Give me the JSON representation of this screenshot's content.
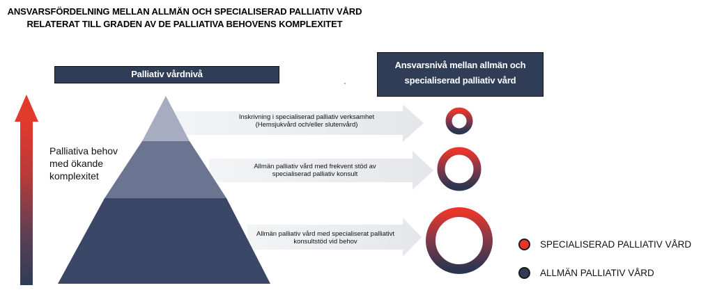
{
  "title": {
    "line1": "ANSVARSFÖRDELNING MELLAN ALLMÄN OCH SPECIALISERAD PALLIATIV VÅRD",
    "line2": "RELATERAT TILL GRADEN AV DE PALLIATIVA BEHOVENS KOMPLEXITET"
  },
  "left_header": "Palliativ vårdnivå",
  "right_header": {
    "line1": "Ansvarsnivå mellan allmän och",
    "line2": "specialiserad palliativ vård"
  },
  "side_label": {
    "line1": "Palliativa behov",
    "line2": "med ökande",
    "line3": "komplexitet"
  },
  "levels": [
    {
      "line1": "Inskrivning i specialiserad palliativ verksamhet",
      "line2": "(Hemsjukvård och/eller slutenvård)"
    },
    {
      "line1": "Allmän palliativ vård med frekvent stöd av",
      "line2": "specialiserad palliativ konsult"
    },
    {
      "line1": "Allmän palliativ vård med specialiserat palliativt",
      "line2": "konsultstöd vid behov"
    }
  ],
  "legend": [
    {
      "label": "SPECIALISERAD PALLIATIV VÅRD",
      "color": "#e8352a"
    },
    {
      "label": "ALLMÄN PALLIATIV VÅRD",
      "color": "#2f3d57"
    }
  ],
  "colors": {
    "red": "#e8352a",
    "navy": "#2f3d57",
    "pyramid_top": "#a7acc0",
    "pyramid_mid": "#6b7592",
    "pyramid_base": "#3a4766",
    "arrow_band": "#ecedf0"
  }
}
